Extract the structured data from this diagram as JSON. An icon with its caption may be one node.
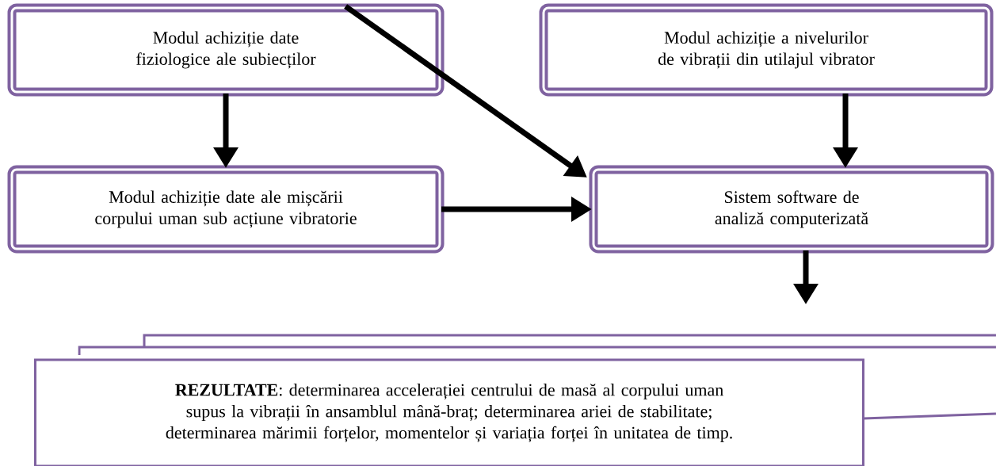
{
  "diagram": {
    "nodes": [
      {
        "text": [
          "Modul achiziție date fiziologice ale subiecților"
        ]
      },
      {
        "text": [
          "Modul achiziție a nivelurilor de vibrații din utilajul vibrator"
        ]
      },
      {
        "text": [
          "Modul achiziție date ale mișcării corpului uman sub acțiune vibratorie"
        ]
      },
      {
        "text": [
          "Sistem software de analiză computerizată"
        ]
      },
      {
        "text": [
          "**REZULTATE**: determinarea accelerației centrului de masă al corpului uman supus la vibrații în ansamblul mână-braț; determinarea ariei de stabilitate; determinarea mărimii forțelor, momentelor și variația forței în unitatea de timp."
        ]
      }
    ],
    "edges": [
      {
        "from": 0,
        "to": 2,
        "arrow": "to"
      },
      {
        "from": 0,
        "to": 3,
        "arrow": "to"
      },
      {
        "from": 1,
        "to": 3,
        "arrow": "to"
      },
      {
        "from": 2,
        "to": 3,
        "arrow": "to"
      },
      {
        "from": 3,
        "to": 4,
        "arrow": "to"
      }
    ]
  }
}
